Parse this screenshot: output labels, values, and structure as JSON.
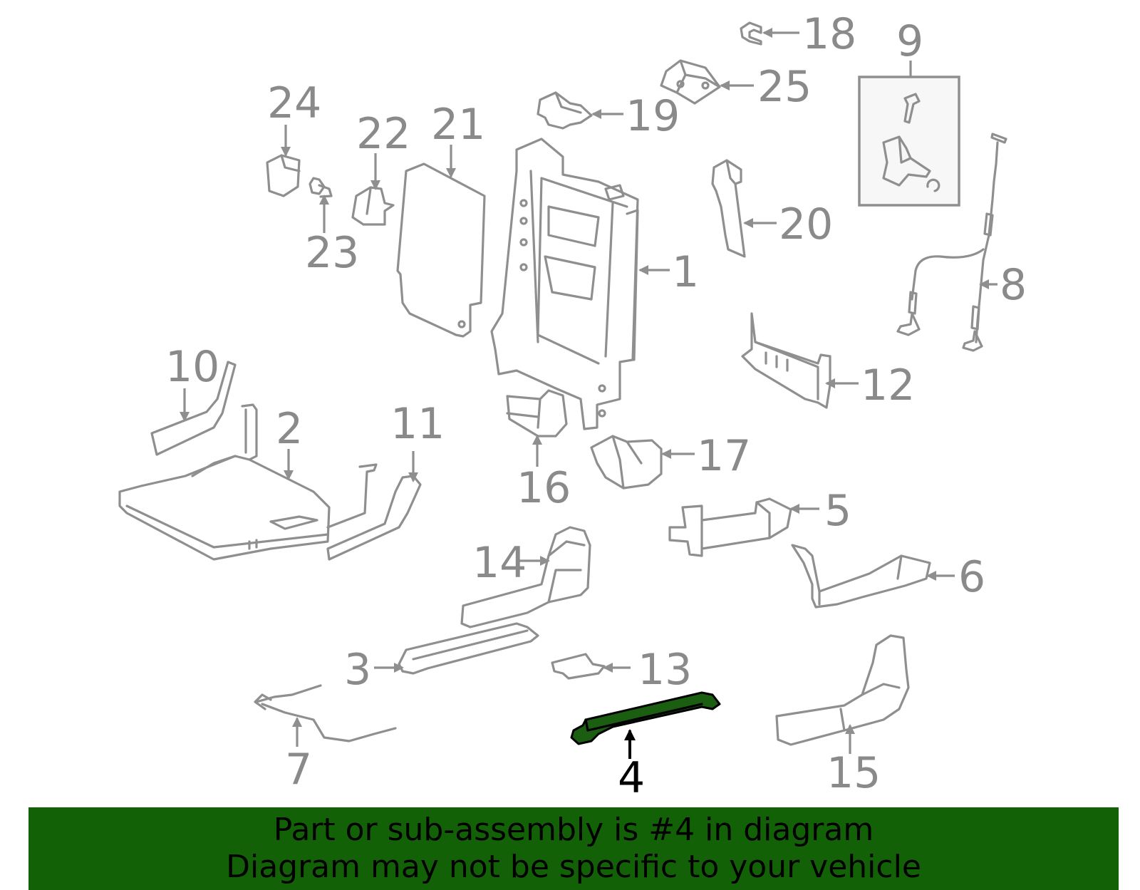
{
  "callouts": [
    {
      "id": "1",
      "text": "1"
    },
    {
      "id": "2",
      "text": "2"
    },
    {
      "id": "3",
      "text": "3"
    },
    {
      "id": "4",
      "text": "4"
    },
    {
      "id": "5",
      "text": "5"
    },
    {
      "id": "6",
      "text": "6"
    },
    {
      "id": "7",
      "text": "7"
    },
    {
      "id": "8",
      "text": "8"
    },
    {
      "id": "9",
      "text": "9"
    },
    {
      "id": "10",
      "text": "10"
    },
    {
      "id": "11",
      "text": "11"
    },
    {
      "id": "12",
      "text": "12"
    },
    {
      "id": "13",
      "text": "13"
    },
    {
      "id": "14",
      "text": "14"
    },
    {
      "id": "15",
      "text": "15"
    },
    {
      "id": "16",
      "text": "16"
    },
    {
      "id": "17",
      "text": "17"
    },
    {
      "id": "18",
      "text": "18"
    },
    {
      "id": "19",
      "text": "19"
    },
    {
      "id": "20",
      "text": "20"
    },
    {
      "id": "21",
      "text": "21"
    },
    {
      "id": "22",
      "text": "22"
    },
    {
      "id": "23",
      "text": "23"
    },
    {
      "id": "24",
      "text": "24"
    },
    {
      "id": "25",
      "text": "25"
    }
  ],
  "highlighted_part": "4",
  "banner": {
    "line1": "Part or sub-assembly is #4 in diagram",
    "line2": "Diagram may not be specific to your vehicle"
  },
  "colors": {
    "banner": "#136106",
    "highlight_fill": "#1b5e12",
    "line_art": "#8f8f8f"
  }
}
